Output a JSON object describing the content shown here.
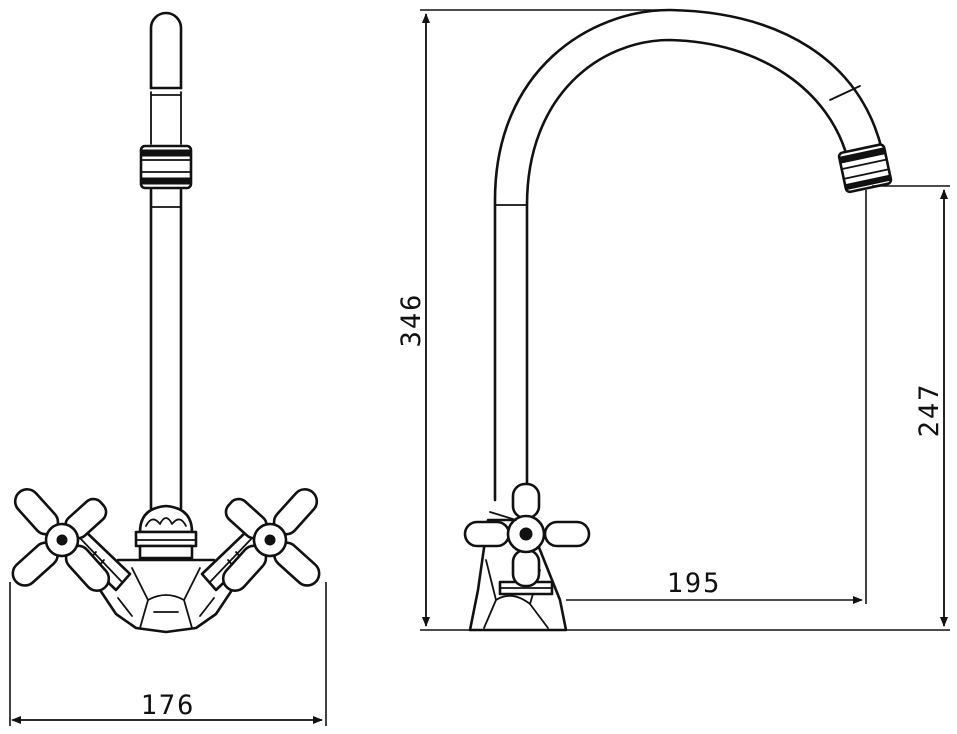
{
  "dimensions": {
    "front_width": "176",
    "total_height": "346",
    "spout_height": "247",
    "spout_reach": "195"
  },
  "colors": {
    "line": "#111111",
    "background": "#ffffff"
  }
}
